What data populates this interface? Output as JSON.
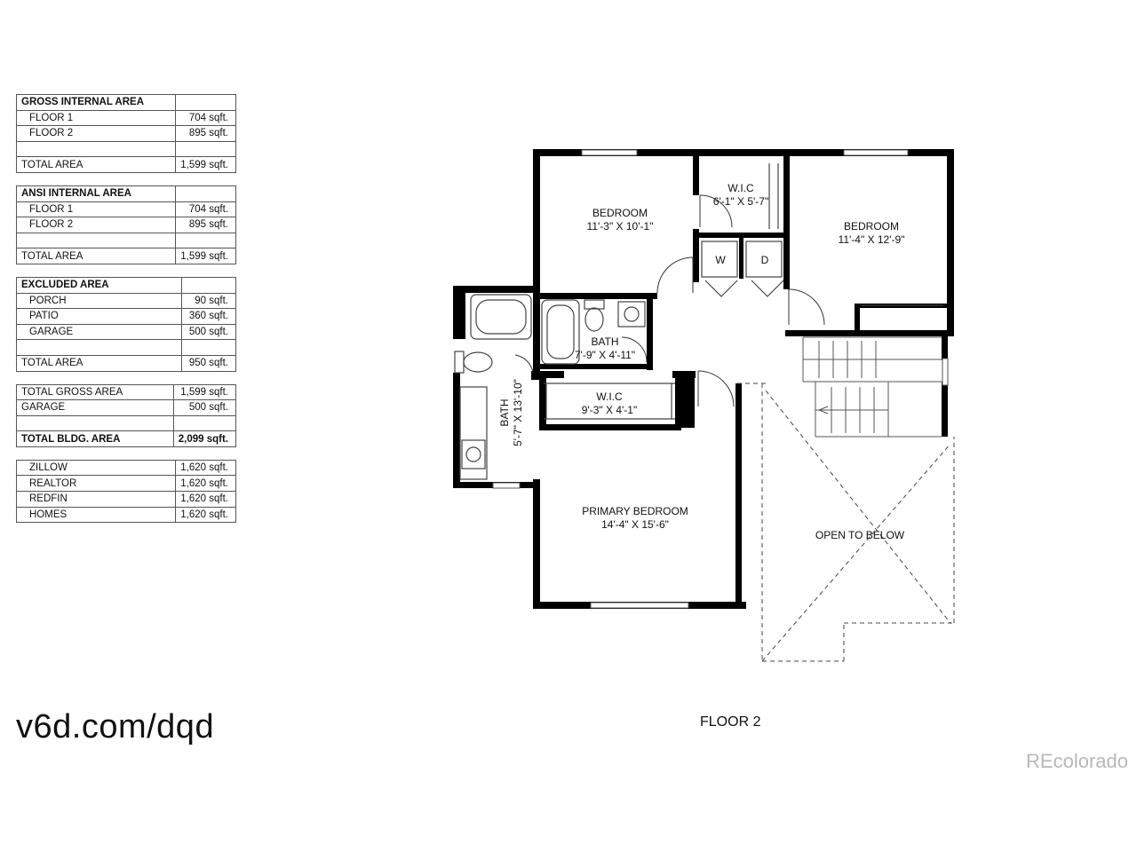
{
  "area_tables": [
    {
      "title": "GROSS INTERNAL AREA",
      "rows": [
        {
          "label": "FLOOR 1",
          "value": "704 sqft."
        },
        {
          "label": "FLOOR 2",
          "value": "895 sqft."
        },
        {
          "label": "",
          "value": ""
        }
      ],
      "total": {
        "label": "TOTAL AREA",
        "value": "1,599 sqft."
      }
    },
    {
      "title": "ANSI INTERNAL AREA",
      "rows": [
        {
          "label": "FLOOR 1",
          "value": "704 sqft."
        },
        {
          "label": "FLOOR 2",
          "value": "895 sqft."
        },
        {
          "label": "",
          "value": ""
        }
      ],
      "total": {
        "label": "TOTAL AREA",
        "value": "1,599 sqft."
      }
    },
    {
      "title": "EXCLUDED AREA",
      "rows": [
        {
          "label": "PORCH",
          "value": "90 sqft."
        },
        {
          "label": "PATIO",
          "value": "360 sqft."
        },
        {
          "label": "GARAGE",
          "value": "500 sqft."
        },
        {
          "label": "",
          "value": ""
        }
      ],
      "total": {
        "label": "TOTAL AREA",
        "value": "950 sqft."
      }
    }
  ],
  "summary_table": {
    "rows": [
      {
        "label": "TOTAL GROSS AREA",
        "value": "1,599 sqft."
      },
      {
        "label": "GARAGE",
        "value": "500 sqft."
      },
      {
        "label": "",
        "value": ""
      }
    ],
    "total": {
      "label": "TOTAL BLDG. AREA",
      "value": "2,099 sqft."
    }
  },
  "listing_table": {
    "rows": [
      {
        "label": "ZILLOW",
        "value": "1,620 sqft."
      },
      {
        "label": "REALTOR",
        "value": "1,620 sqft."
      },
      {
        "label": "REDFIN",
        "value": "1,620 sqft."
      },
      {
        "label": "HOMES",
        "value": "1,620 sqft."
      }
    ]
  },
  "rooms": {
    "bedroom_1": {
      "name": "BEDROOM",
      "dims": "11'-3\" X 10'-1\""
    },
    "bedroom_2": {
      "name": "BEDROOM",
      "dims": "11'-4\" X 12'-9\""
    },
    "wic_top": {
      "name": "W.I.C",
      "dims": "6'-1\" X 5'-7\""
    },
    "washer": {
      "name": "W"
    },
    "dryer": {
      "name": "D"
    },
    "bath_center": {
      "name": "BATH",
      "dims": "7'-9\" X 4'-11\""
    },
    "wic_primary": {
      "name": "W.I.C",
      "dims": "9'-3\" X 4'-1\""
    },
    "bath_primary": {
      "name": "BATH",
      "dims": "5'-7\" X 13'-10\""
    },
    "primary_bedroom": {
      "name": "PRIMARY BEDROOM",
      "dims": "14'-4\" X 15'-6\""
    },
    "open_to_below": {
      "name": "OPEN TO BELOW"
    }
  },
  "floor_label": "FLOOR 2",
  "footer_url": "v6d.com/dqd",
  "watermark": "REcolorado"
}
